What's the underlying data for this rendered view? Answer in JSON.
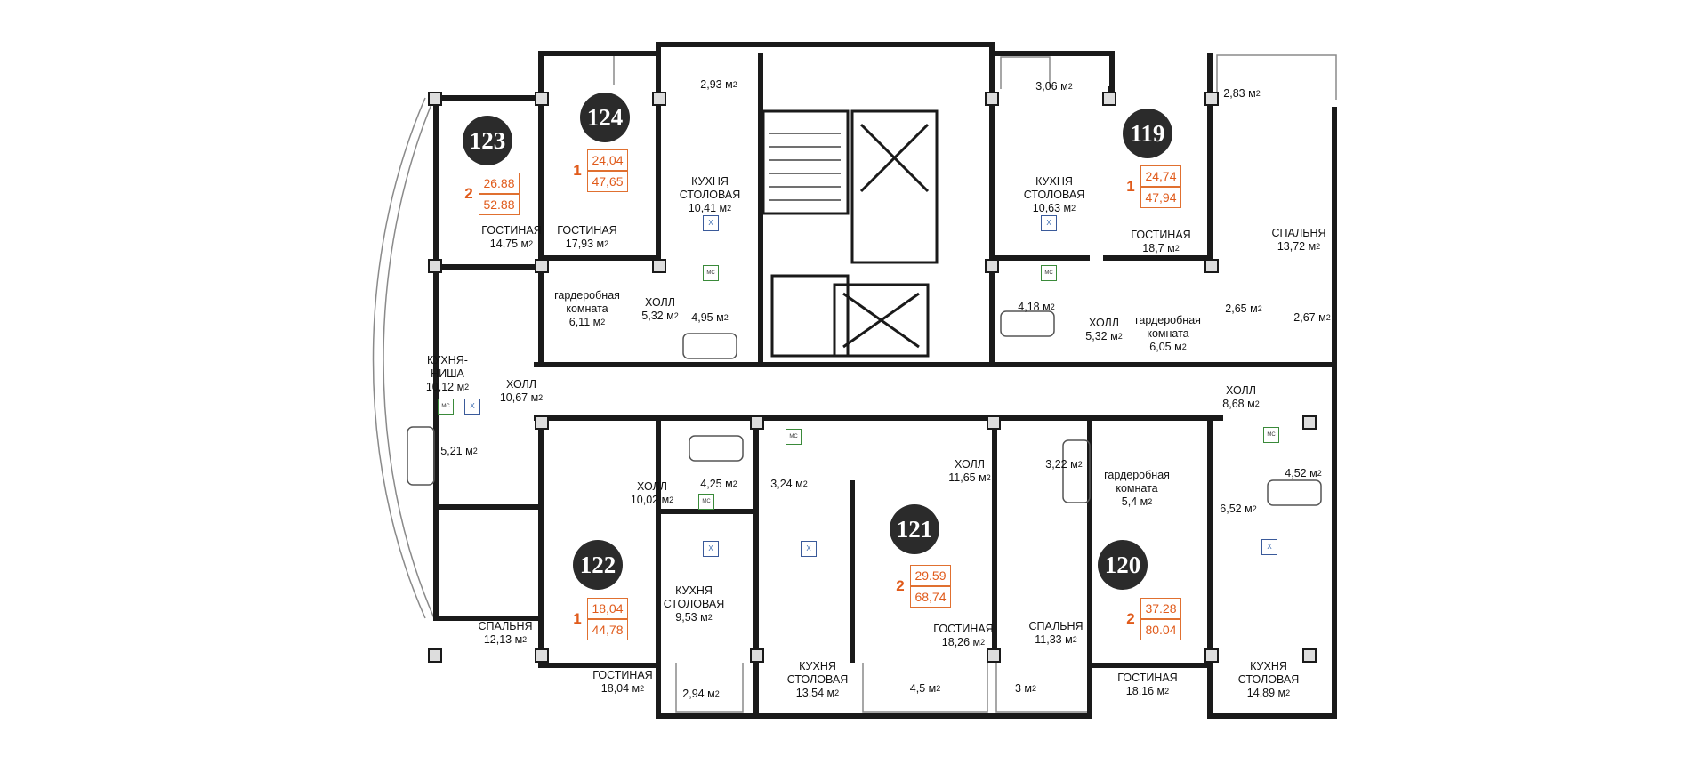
{
  "colors": {
    "wall": "#1a1a1a",
    "badge": "#2b2b2b",
    "accent": "#e05a1a",
    "balcony": "#8a8a8a"
  },
  "apartments": {
    "a123": {
      "number": "123",
      "rooms": "2",
      "living": "26.88",
      "total": "52.88"
    },
    "a124": {
      "number": "124",
      "rooms": "1",
      "living": "24,04",
      "total": "47,65"
    },
    "a119": {
      "number": "119",
      "rooms": "1",
      "living": "24,74",
      "total": "47,94"
    },
    "a122": {
      "number": "122",
      "rooms": "1",
      "living": "18,04",
      "total": "44,78"
    },
    "a121": {
      "number": "121",
      "rooms": "2",
      "living": "29.59",
      "total": "68,74"
    },
    "a120": {
      "number": "120",
      "rooms": "2",
      "living": "37.28",
      "total": "80.04"
    }
  },
  "rooms": {
    "r1": {
      "name": "ГОСТИНАЯ",
      "area": "14,75 м"
    },
    "r2": {
      "name": "ГОСТИНАЯ",
      "area": "17,93 м"
    },
    "r3": {
      "name": "КУХНЯ",
      "name2": "СТОЛОВАЯ",
      "area": "10,41 м"
    },
    "r4": {
      "area": "2,93 м"
    },
    "r5": {
      "name": "гардеробная",
      "name2": "комната",
      "area": "6,11 м"
    },
    "r6": {
      "name": "ХОЛЛ",
      "area": "5,32 м"
    },
    "r7": {
      "area": "4,95 м"
    },
    "r8": {
      "name": "КУХНЯ-",
      "name2": "НИША",
      "area": "10,12 м"
    },
    "r9": {
      "name": "ХОЛЛ",
      "area": "10,67 м"
    },
    "r10": {
      "area": "5,21 м"
    },
    "r11": {
      "area": "3,06 м"
    },
    "r12": {
      "name": "КУХНЯ",
      "name2": "СТОЛОВАЯ",
      "area": "10,63 м"
    },
    "r13": {
      "name": "ГОСТИНАЯ",
      "area": "18,7 м"
    },
    "r14": {
      "area": "2,83 м"
    },
    "r15": {
      "name": "СПАЛЬНЯ",
      "area": "13,72 м"
    },
    "r16": {
      "area": "4,18 м"
    },
    "r17": {
      "name": "ХОЛЛ",
      "area": "5,32 м"
    },
    "r18": {
      "name": "гардеробная",
      "name2": "комната",
      "area": "6,05 м"
    },
    "r19": {
      "area": "2,65 м"
    },
    "r20": {
      "area": "2,67 м"
    },
    "r21": {
      "name": "ХОЛЛ",
      "area": "8,68 м"
    },
    "r22": {
      "name": "ХОЛЛ",
      "area": "10,02 м"
    },
    "r23": {
      "area": "4,25 м"
    },
    "r24": {
      "area": "3,24 м"
    },
    "r25": {
      "name": "ХОЛЛ",
      "area": "11,65 м"
    },
    "r26": {
      "area": "3,22 м"
    },
    "r27": {
      "name": "гардеробная",
      "name2": "комната",
      "area": "5,4 м"
    },
    "r28": {
      "area": "4,52 м"
    },
    "r29": {
      "area": "6,52 м"
    },
    "r30": {
      "name": "КУХНЯ",
      "name2": "СТОЛОВАЯ",
      "area": "9,53 м"
    },
    "r31": {
      "name": "СПАЛЬНЯ",
      "area": "12,13 м"
    },
    "r32": {
      "name": "ГОСТИНАЯ",
      "area": "18,04 м"
    },
    "r33": {
      "area": "2,94 м"
    },
    "r34": {
      "name": "КУХНЯ",
      "name2": "СТОЛОВАЯ",
      "area": "13,54 м"
    },
    "r35": {
      "name": "ГОСТИНАЯ",
      "area": "18,26 м"
    },
    "r36": {
      "area": "4,5 м"
    },
    "r37": {
      "name": "СПАЛЬНЯ",
      "area": "11,33 м"
    },
    "r38": {
      "area": "3 м"
    },
    "r39": {
      "name": "ГОСТИНАЯ",
      "area": "18,16 м"
    },
    "r40": {
      "name": "КУХНЯ",
      "name2": "СТОЛОВАЯ",
      "area": "14,89 м"
    }
  },
  "units": {
    "sq": "2"
  },
  "fixtures": {
    "toilet_label": "МС",
    "sink_label": "Х"
  }
}
